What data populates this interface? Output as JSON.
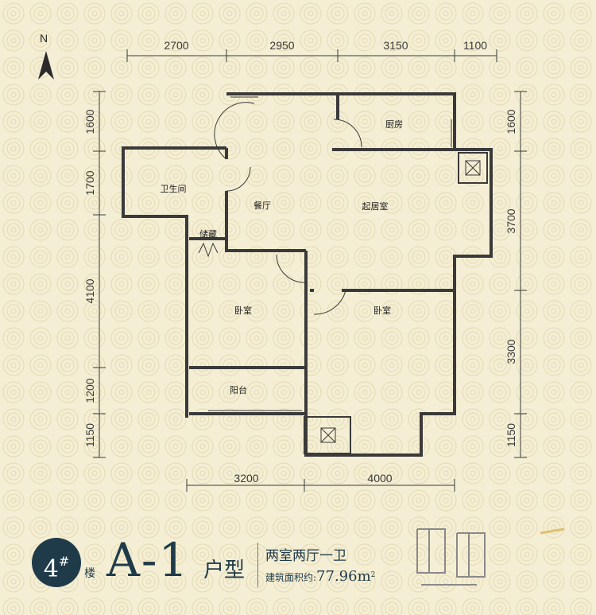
{
  "compass": {
    "label": "N",
    "icon": "north-arrow-icon"
  },
  "dimensions": {
    "top": [
      "2700",
      "2950",
      "3150",
      "1100"
    ],
    "bottom": [
      "3200",
      "4000"
    ],
    "left": [
      "1600",
      "1700",
      "4100",
      "1200",
      "1150"
    ],
    "right": [
      "1600",
      "3700",
      "3300",
      "1150"
    ]
  },
  "rooms": {
    "kitchen": "厨房",
    "bathroom": "卫生间",
    "dining": "餐厅",
    "living": "起居室",
    "storage": "储藏",
    "bedroom_left": "卧室",
    "bedroom_right": "卧室",
    "balcony": "阳台"
  },
  "title": {
    "building_no": "4",
    "building_sup": "#",
    "building_suffix": "楼",
    "unit_code": "A-1",
    "unit_type": "户型",
    "layout": "两室两厅一卫",
    "area_label": "建筑面积约:",
    "area_value": "77.96m",
    "area_sup": "2"
  },
  "colors": {
    "background": "#f4eed4",
    "wall": "#3a3a3a",
    "accent": "#1f3b4a"
  }
}
